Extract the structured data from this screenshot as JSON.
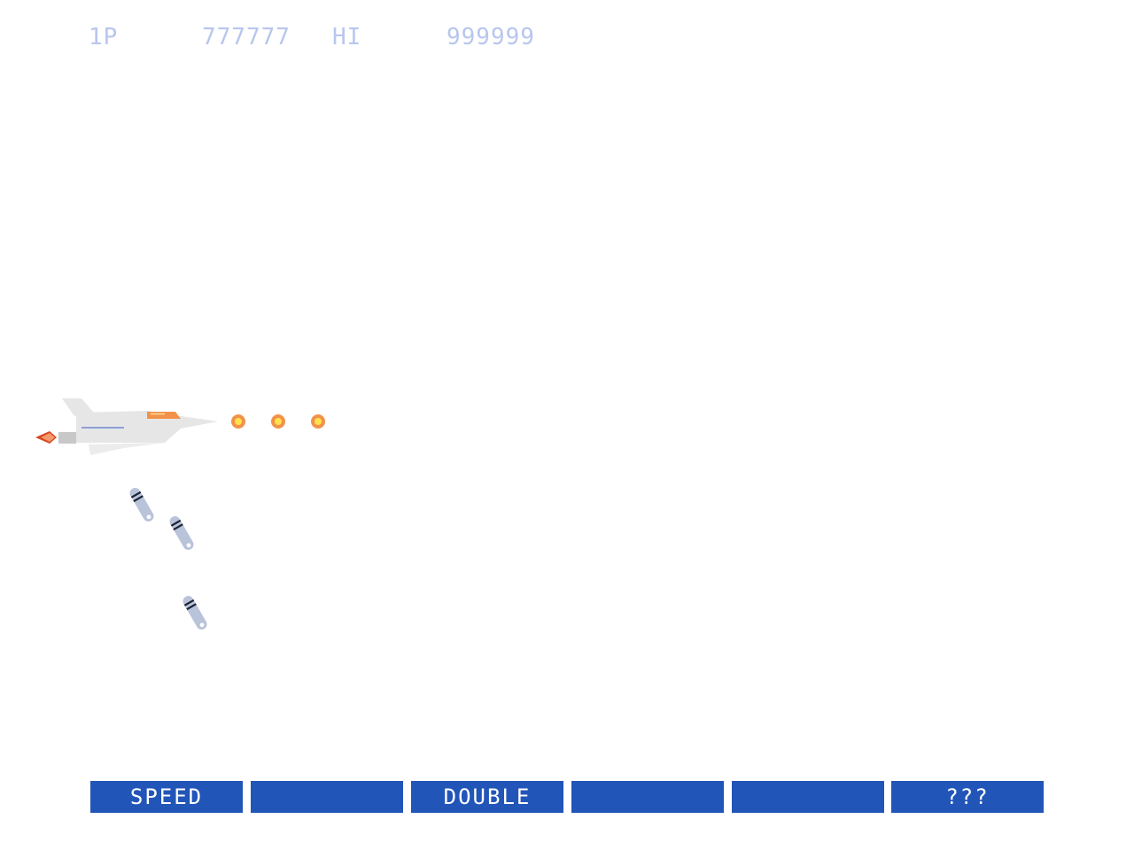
{
  "hud": {
    "player_label": "1P",
    "player_score": "777777",
    "hi_label": "HI",
    "hi_score": "999999"
  },
  "powerup_bar": {
    "slots": [
      "SPEED",
      "",
      "DOUBLE",
      "",
      "",
      "???"
    ]
  },
  "sprites": {
    "player": "vic-viper-ship-icon",
    "bullets": "plasma-shot-icon",
    "missiles": "missile-icon"
  },
  "colors": {
    "hud_text": "#b8c6ee",
    "powerbar_bg": "#2255b8",
    "powerbar_text": "#ffffff",
    "shot_outer": "#f2924a",
    "shot_inner": "#ffe24d",
    "ship_body": "#e6e6e6",
    "ship_canopy": "#f2924a",
    "missile": "#b9c3d9"
  }
}
